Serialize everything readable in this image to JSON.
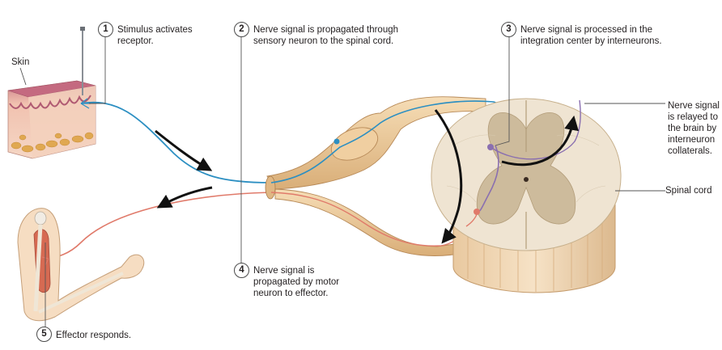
{
  "labels": {
    "skin": "Skin",
    "spinal_cord": "Spinal cord",
    "brain_relay": [
      "Nerve signal",
      "is relayed to",
      "the brain by",
      "interneuron",
      "collaterals."
    ]
  },
  "steps": [
    {
      "number": "1",
      "lines": [
        "Stimulus activates",
        "receptor."
      ]
    },
    {
      "number": "2",
      "lines": [
        "Nerve signal is propagated through",
        "sensory neuron to the spinal cord."
      ]
    },
    {
      "number": "3",
      "lines": [
        "Nerve signal is processed in the",
        "integration center by interneurons."
      ]
    },
    {
      "number": "4",
      "lines": [
        "Nerve signal is",
        "propagated by motor",
        "neuron to effector."
      ]
    },
    {
      "number": "5",
      "lines": [
        "Effector responds."
      ]
    }
  ],
  "colors": {
    "sensory_neuron": "#2c8fc2",
    "motor_neuron": "#e07a6a",
    "interneuron": "#8a6fb0",
    "nerve": "#e8c79a",
    "spinal_white_matter": "#efe4d2",
    "spinal_gray_matter": "#cdbb9c",
    "skin": "#f2b9a6"
  }
}
